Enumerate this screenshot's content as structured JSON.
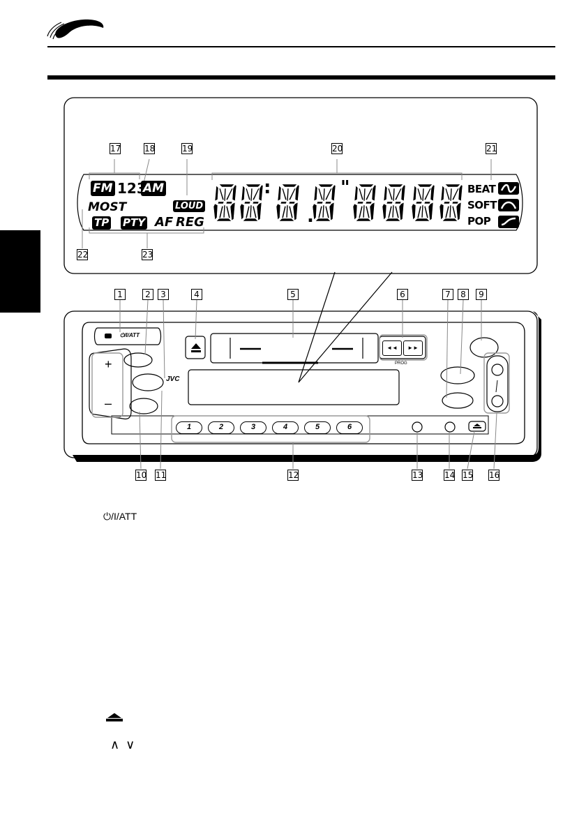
{
  "callouts": {
    "c1": "1",
    "c2": "2",
    "c3": "3",
    "c4": "4",
    "c5": "5",
    "c6": "6",
    "c7": "7",
    "c8": "8",
    "c9": "9",
    "c10": "10",
    "c11": "11",
    "c12": "12",
    "c13": "13",
    "c14": "14",
    "c15": "15",
    "c16": "16",
    "c17": "17",
    "c18": "18",
    "c19": "19",
    "c20": "20",
    "c21": "21",
    "c22": "22",
    "c23": "23"
  },
  "display": {
    "fm": "FM",
    "bands": "123",
    "am": "AM",
    "loud": "LOUD",
    "most": "MOST",
    "tp": "TP",
    "pty": "PTY",
    "af": "AF",
    "reg": "REG",
    "beat": "BEAT",
    "soft": "SOFT",
    "pop": "POP",
    "colon": ":",
    "dot": ".",
    "quote": "\""
  },
  "panel": {
    "power_label": "⏻/I/ATT",
    "brand": "JVC",
    "rew": "◄◄",
    "ff": "►►",
    "prog": "PROG",
    "plus": "+",
    "minus": "–",
    "presets": [
      "1",
      "2",
      "3",
      "4",
      "5",
      "6"
    ]
  },
  "legend": {
    "power_att": "⏻/I/ATT",
    "up_down": "∧  ∨"
  },
  "colors": {
    "ink": "#000000",
    "paper": "#ffffff"
  }
}
